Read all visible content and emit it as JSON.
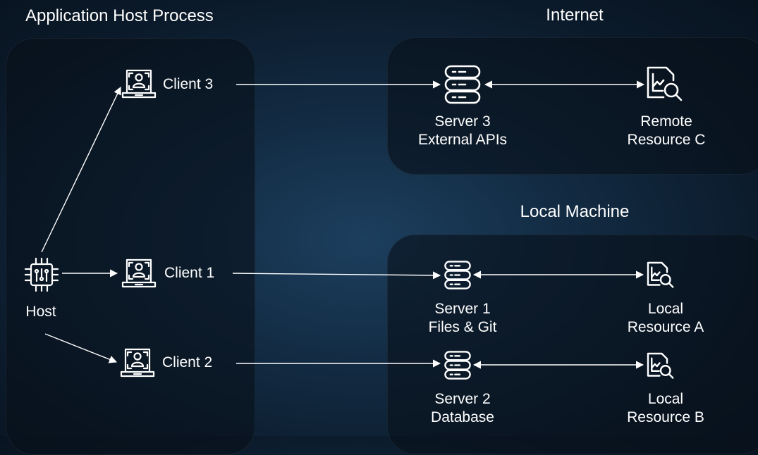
{
  "regions": {
    "host_process": "Application Host Process",
    "internet": "Internet",
    "local_machine": "Local Machine"
  },
  "host": {
    "label": "Host",
    "icon": "cpu-chip-icon"
  },
  "clients": [
    {
      "label": "Client 3",
      "icon": "laptop-user-icon"
    },
    {
      "label": "Client 1",
      "icon": "laptop-user-icon"
    },
    {
      "label": "Client 2",
      "icon": "laptop-user-icon"
    }
  ],
  "servers": [
    {
      "line1": "Server 3",
      "line2": "External APIs",
      "icon": "server-stack-icon"
    },
    {
      "line1": "Server 1",
      "line2": "Files & Git",
      "icon": "server-stack-icon"
    },
    {
      "line1": "Server 2",
      "line2": "Database",
      "icon": "server-stack-icon"
    }
  ],
  "resources": [
    {
      "line1": "Remote",
      "line2": "Resource C",
      "icon": "document-search-icon"
    },
    {
      "line1": "Local",
      "line2": "Resource A",
      "icon": "document-search-icon"
    },
    {
      "line1": "Local",
      "line2": "Resource B",
      "icon": "document-search-icon"
    }
  ],
  "colors": {
    "line": "#ffffff",
    "panel": "rgba(8,16,26,0.62)",
    "background": "#132c44"
  }
}
